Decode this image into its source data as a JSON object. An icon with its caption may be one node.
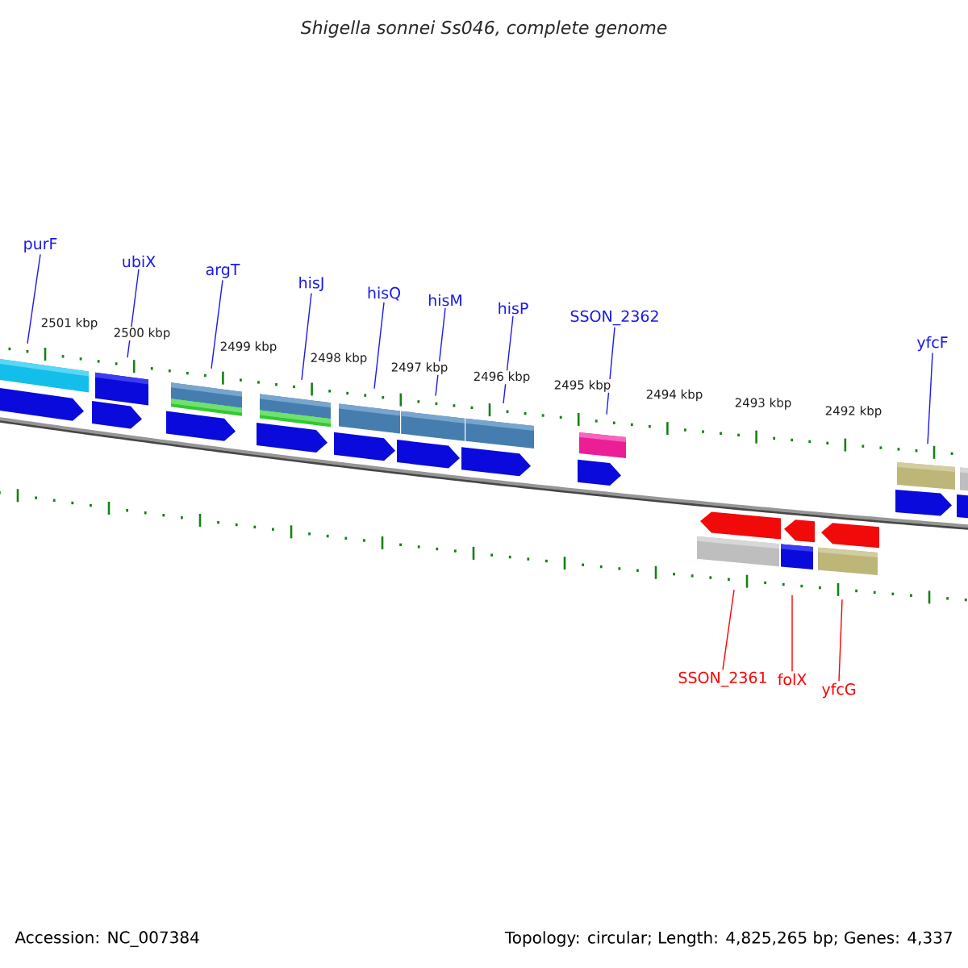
{
  "diagram": {
    "title": "Shigella sonnei Ss046, complete genome",
    "nodes": [
      {
        "text": [
          "purF"
        ]
      },
      {
        "text": [
          "ubiX"
        ]
      },
      {
        "text": [
          "argT"
        ]
      },
      {
        "text": [
          "hisJ"
        ]
      },
      {
        "text": [
          "hisQ"
        ]
      },
      {
        "text": [
          "hisM"
        ]
      },
      {
        "text": [
          "hisP"
        ]
      },
      {
        "text": [
          "SSON_2362"
        ]
      },
      {
        "text": [
          "yfcF"
        ]
      },
      {
        "text": [
          "SSON_2361"
        ]
      },
      {
        "text": [
          "folX"
        ]
      },
      {
        "text": [
          "yfcG"
        ]
      }
    ],
    "edges": [
      {
        "from": 0,
        "to": null,
        "arrow": "none"
      },
      {
        "from": 1,
        "to": null,
        "arrow": "none"
      },
      {
        "from": 2,
        "to": null,
        "arrow": "none"
      },
      {
        "from": 3,
        "to": null,
        "arrow": "none"
      },
      {
        "from": 4,
        "to": null,
        "arrow": "none"
      },
      {
        "from": 5,
        "to": null,
        "arrow": "none"
      },
      {
        "from": 6,
        "to": null,
        "arrow": "none"
      },
      {
        "from": 7,
        "to": null,
        "arrow": "none"
      },
      {
        "from": 8,
        "to": null,
        "arrow": "none"
      },
      {
        "from": 9,
        "to": null,
        "arrow": "none",
        "color": "#ff0000"
      },
      {
        "from": 10,
        "to": null,
        "arrow": "none",
        "color": "#ff0000"
      },
      {
        "from": 11,
        "to": null,
        "arrow": "none",
        "color": "#ff0000"
      }
    ],
    "labels": [
      "2501 kbp",
      "2500 kbp",
      "2499 kbp",
      "2498 kbp",
      "2497 kbp",
      "2496 kbp",
      "2495 kbp",
      "2494 kbp",
      "2493 kbp",
      "2492 kbp",
      "Accession: NC_007384",
      "Topology: circular; Length: 4,825,265 bp; Genes: 4,337"
    ]
  }
}
